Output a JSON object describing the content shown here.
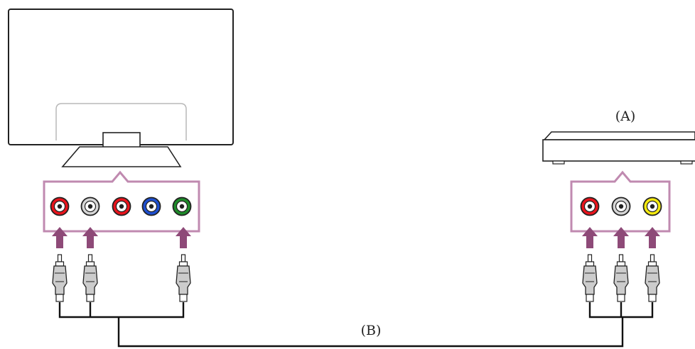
{
  "labels": {
    "device": "(A)",
    "cable": "(B)"
  },
  "colors": {
    "outline": "#222222",
    "panel_border": "#c08ab0",
    "arrow": "#8e4a78",
    "jack_red": "#e8141c",
    "jack_white": "#d6d6d6",
    "jack_blue": "#1e4fd0",
    "jack_green": "#1e8a2a",
    "jack_yellow": "#f4ea10",
    "cable": "#111111"
  },
  "tv_panel": {
    "jacks": [
      "red",
      "white",
      "red",
      "blue",
      "green"
    ],
    "connected_jacks": [
      "red",
      "white",
      "green"
    ],
    "plugs": [
      "red",
      "white",
      "yellow"
    ]
  },
  "device_panel": {
    "jacks": [
      "red",
      "white",
      "yellow"
    ],
    "plugs": [
      "red",
      "white",
      "yellow"
    ]
  }
}
